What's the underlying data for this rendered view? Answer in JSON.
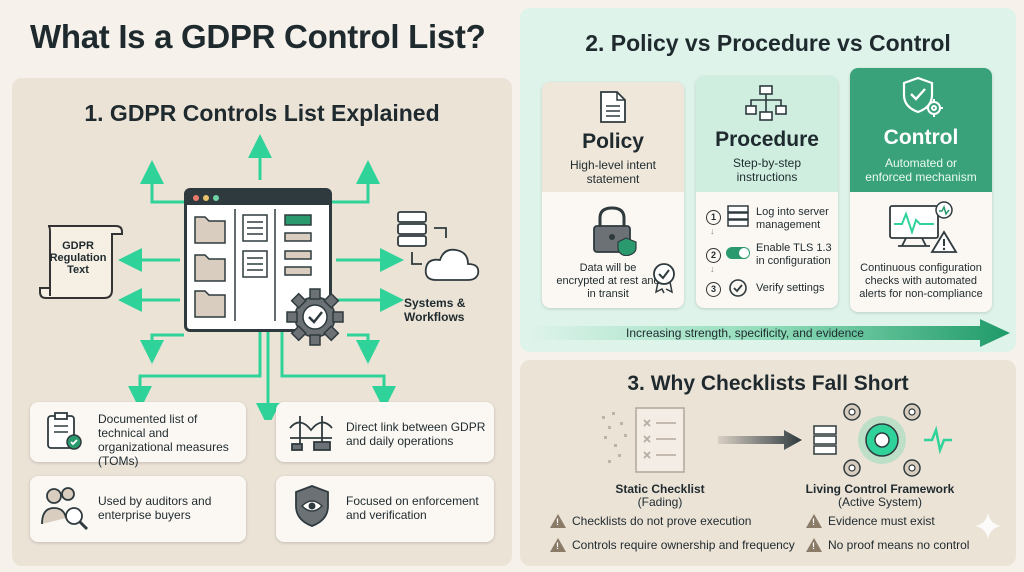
{
  "title": "What Is a GDPR Control List?",
  "section1": {
    "title": "1. GDPR Controls List Explained",
    "regulation_label": "GDPR\nRegulation\nText",
    "systems_label": "Systems &\nWorkflows",
    "features": [
      {
        "text": "Documented list of technical and organizational measures (TOMs)",
        "icon": "clipboard-check-icon"
      },
      {
        "text": "Direct link between GDPR and daily operations",
        "icon": "bridge-icon"
      },
      {
        "text": "Used by auditors and enterprise buyers",
        "icon": "people-search-icon"
      },
      {
        "text": "Focused on enforcement and verification",
        "icon": "shield-eye-icon"
      }
    ]
  },
  "section2": {
    "title": "2. Policy vs Procedure vs Control",
    "policy": {
      "name": "Policy",
      "sub": "High-level intent statement",
      "example": "Data will be encrypted at rest and in transit"
    },
    "procedure": {
      "name": "Procedure",
      "sub": "Step-by-step instructions",
      "steps": [
        {
          "num": "1",
          "text": "Log into server management"
        },
        {
          "num": "2",
          "text": "Enable TLS 1.3 in configuration"
        },
        {
          "num": "3",
          "text": "Verify settings"
        }
      ]
    },
    "control": {
      "name": "Control",
      "sub": "Automated or enforced mechanism",
      "example": "Continuous configuration checks with automated alerts for non-compliance"
    },
    "arrow_label": "Increasing strength, specificity, and evidence"
  },
  "section3": {
    "title": "3. Why Checklists Fall Short",
    "static_title": "Static Checklist",
    "static_sub": "(Fading)",
    "living_title": "Living Control Framework",
    "living_sub": "(Active System)",
    "warnings_left": [
      "Checklists do not prove execution",
      "Controls require ownership and frequency"
    ],
    "warnings_right": [
      "Evidence must exist",
      "No proof means no control"
    ]
  },
  "colors": {
    "accent": "#2fd39a",
    "dark_green": "#2a9a6e",
    "control_bg": "#3aa27a",
    "text": "#1f2a2e"
  }
}
